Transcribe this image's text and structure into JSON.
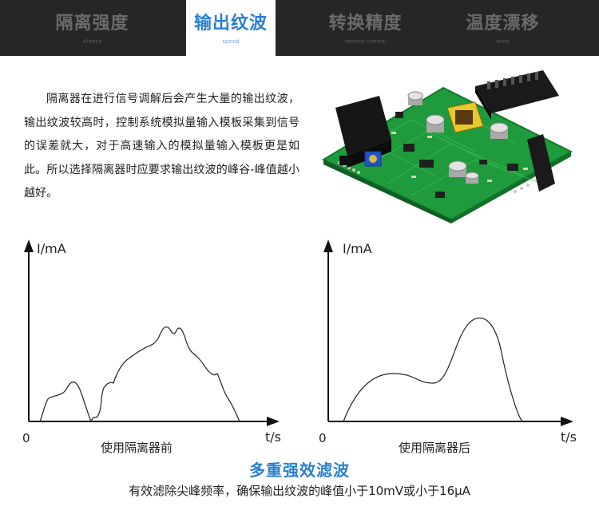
{
  "tabs": [
    {
      "title": "隔离强度",
      "subtitle": "silence"
    },
    {
      "title": "输出纹波",
      "subtitle": "speed"
    },
    {
      "title": "转换精度",
      "subtitle": "remote control"
    },
    {
      "title": "温度漂移",
      "subtitle": "wind"
    }
  ],
  "active_tab": 1,
  "intro_text": "隔离器在进行信号调解后会产生大量的输出纹波，输出纹波较高时，控制系统模拟量输入模板采集到信号的误差就大，对于高速输入的模拟量输入模板更是如此。所以选择隔离器时应要求输出纹波的峰谷-峰值越小越好。",
  "charts": [
    {
      "ylabel": "I/mA",
      "xlabel": "t/s",
      "origin": "0",
      "caption": "使用隔离器前"
    },
    {
      "ylabel": "I/mA",
      "xlabel": "t/s",
      "origin": "0",
      "caption": "使用隔离器后"
    }
  ],
  "footer": {
    "title": "多重强效滤波",
    "subtitle": "有效滤除尖峰频率，确保输出纹波的峰值小于10mV或小于16μA"
  },
  "colors": {
    "accent": "#2a7fd2",
    "tabbar_bg": "#262626",
    "pcb_green": "#1f9a3c"
  }
}
